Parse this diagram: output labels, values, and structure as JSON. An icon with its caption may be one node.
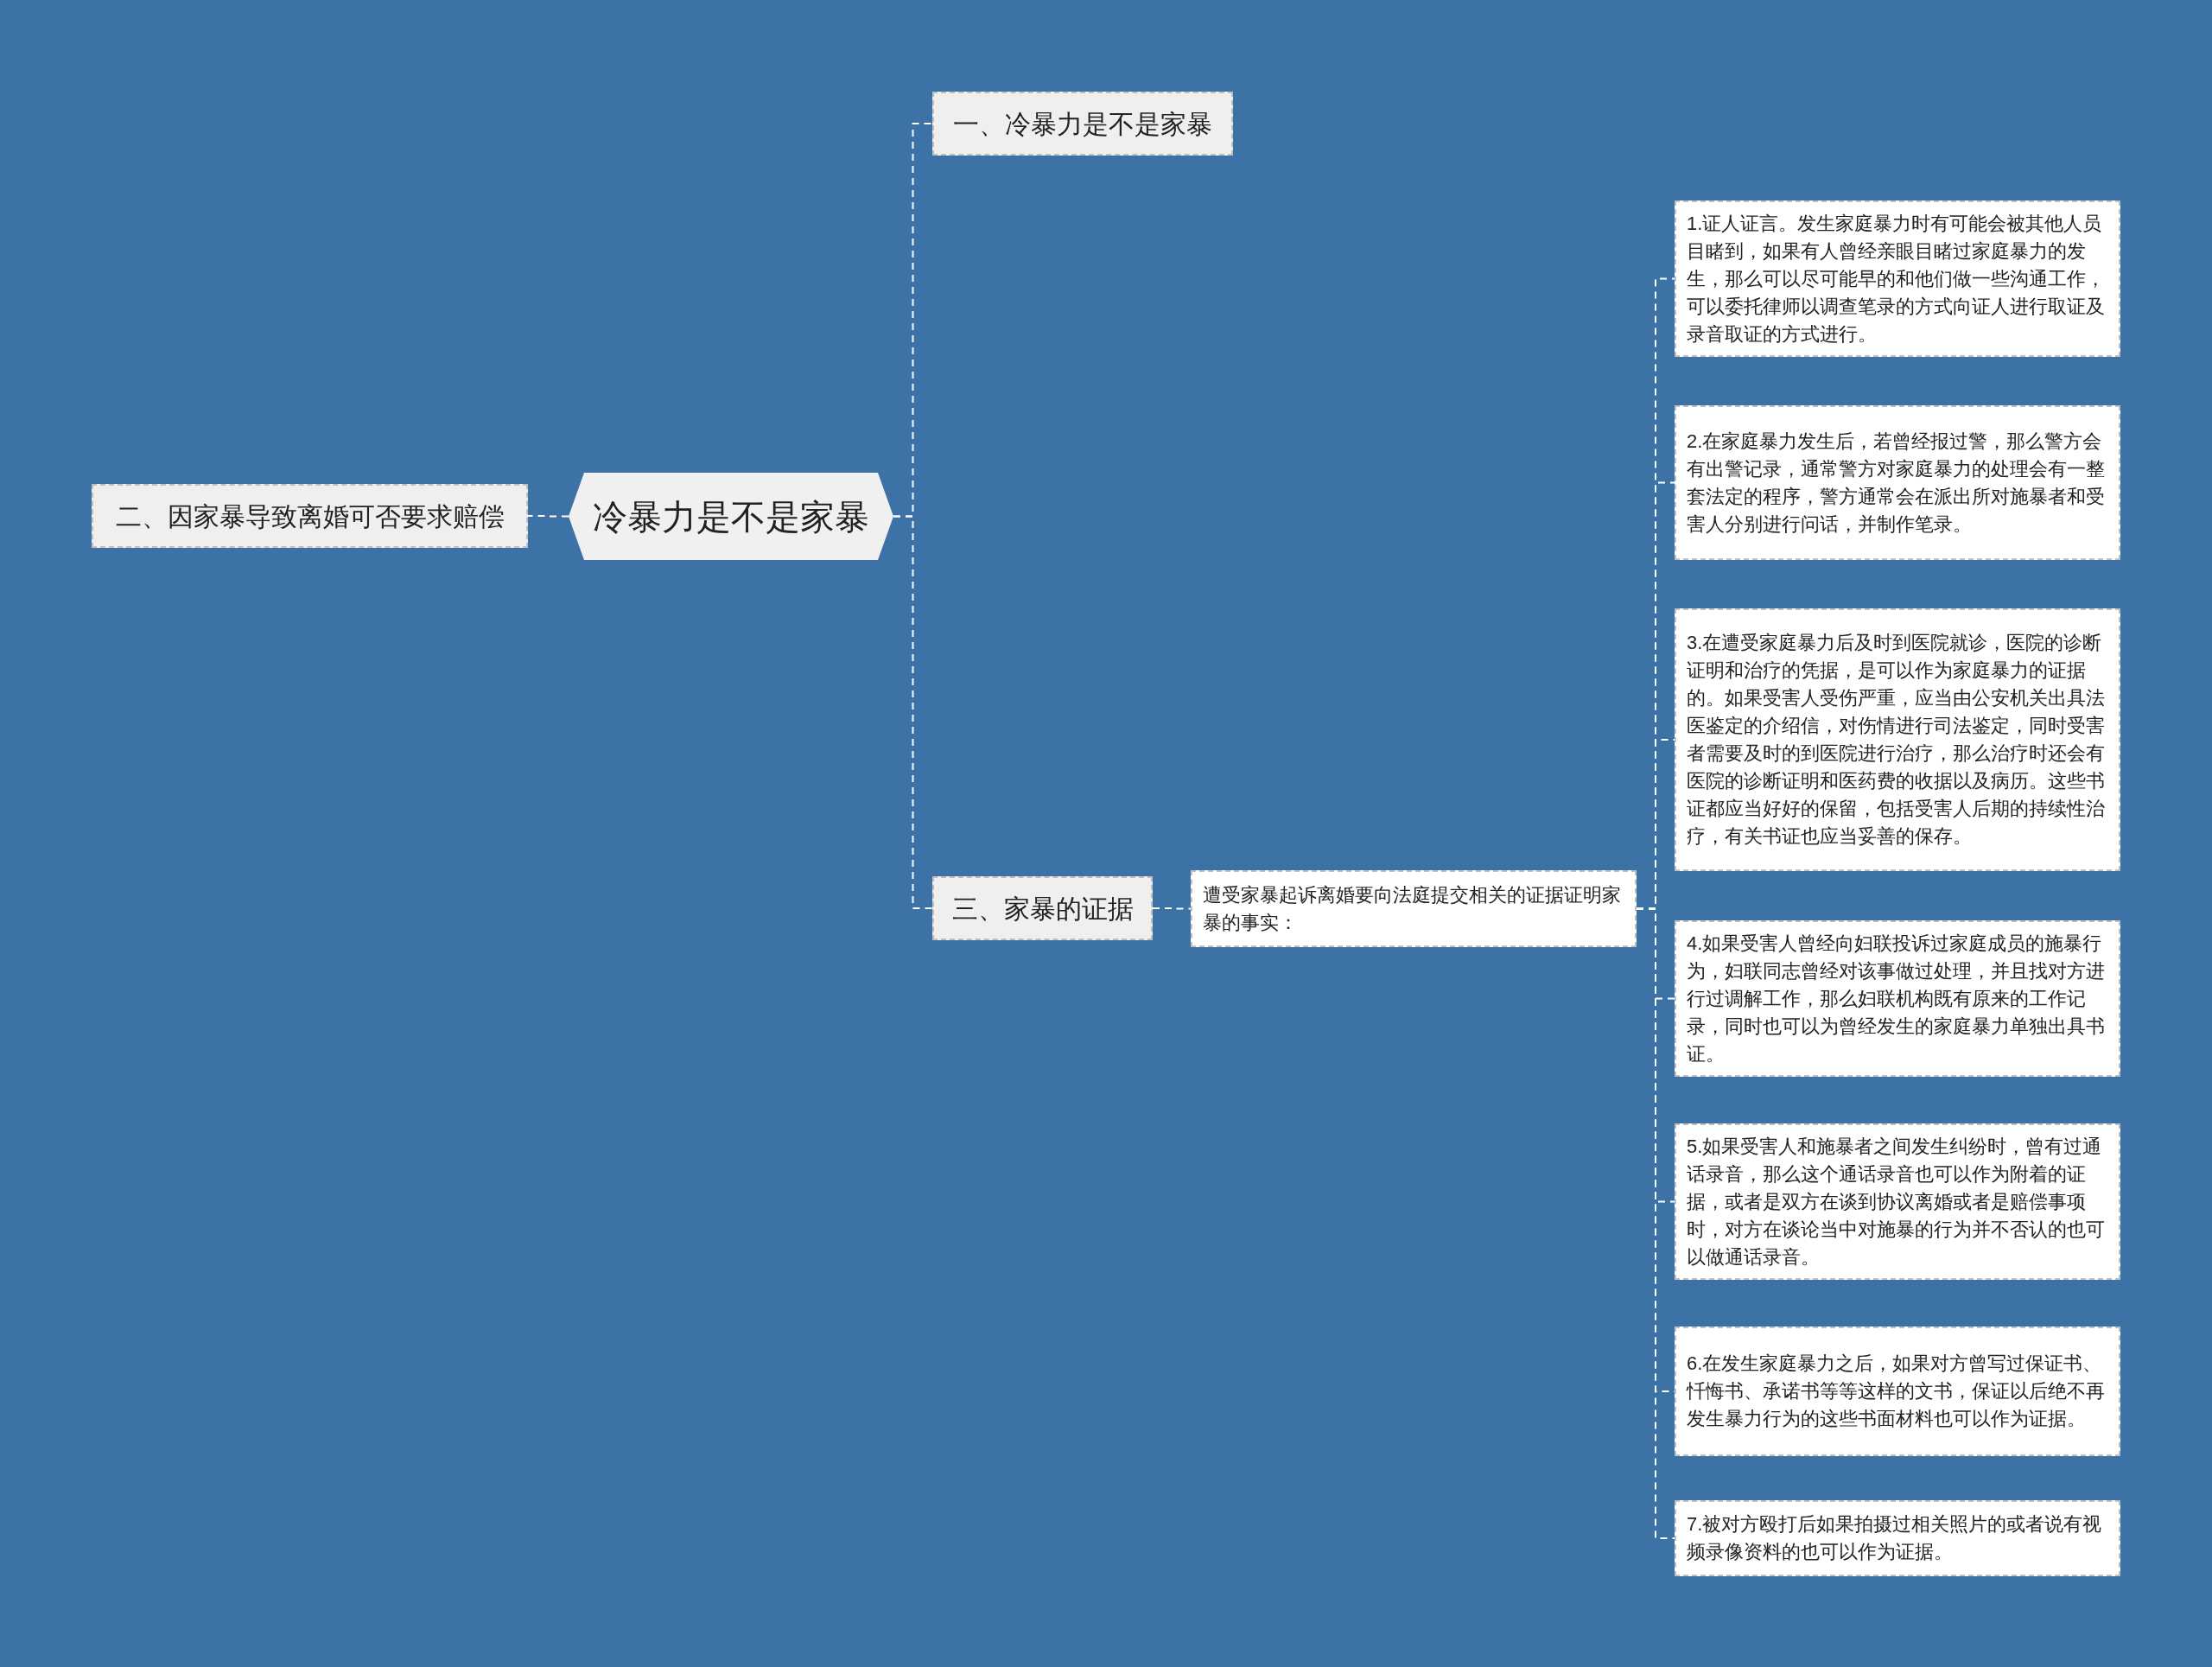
{
  "diagram": {
    "nodes": [
      {
        "text": [
          "冷暴力是不是家暴"
        ]
      },
      {
        "text": [
          "二、因家暴导致离婚可否要求赔偿"
        ]
      },
      {
        "text": [
          "一、冷暴力是不是家暴"
        ]
      },
      {
        "text": [
          "三、家暴的证据"
        ]
      },
      {
        "text": [
          "遭受家暴起诉离婚要向法庭提交相关的证据证明家暴的事实："
        ]
      },
      {
        "text": [
          "1.证人证言。发生家庭暴力时有可能会被其他人员目睹到，如果有人曾经亲眼目睹过家庭暴力的发生，那么可以尽可能早的和他们做一些沟通工作，可以委托律师以调查笔录的方式向证人进行取证及录音取证的方式进行。"
        ]
      },
      {
        "text": [
          "2.在家庭暴力发生后，若曾经报过警，那么警方会有出警记录，通常警方对家庭暴力的处理会有一整套法定的程序，警方通常会在派出所对施暴者和受害人分别进行问话，并制作笔录。"
        ]
      },
      {
        "text": [
          "3.在遭受家庭暴力后及时到医院就诊，医院的诊断证明和治疗的凭据，是可以作为家庭暴力的证据的。如果受害人受伤严重，应当由公安机关出具法医鉴定的介绍信，对伤情进行司法鉴定，同时受害者需要及时的到医院进行治疗，那么治疗时还会有医院的诊断证明和医药费的收据以及病历。这些书证都应当好好的保留，包括受害人后期的持续性治疗，有关书证也应当妥善的保存。"
        ]
      },
      {
        "text": [
          "4.如果受害人曾经向妇联投诉过家庭成员的施暴行为，妇联同志曾经对该事做过处理，并且找对方进行过调解工作，那么妇联机构既有原来的工作记录，同时也可以为曾经发生的家庭暴力单独出具书证。"
        ]
      },
      {
        "text": [
          "5.如果受害人和施暴者之间发生纠纷时，曾有过通话录音，那么这个通话录音也可以作为附着的证据，或者是双方在谈到协议离婚或者是赔偿事项时，对方在谈论当中对施暴的行为并不否认的也可以做通话录音。"
        ]
      },
      {
        "text": [
          "6.在发生家庭暴力之后，如果对方曾写过保证书、忏悔书、承诺书等等这样的文书，保证以后绝不再发生暴力行为的这些书面材料也可以作为证据。"
        ]
      },
      {
        "text": [
          "7.被对方殴打后如果拍摄过相关照片的或者说有视频录像资料的也可以作为证据。"
        ]
      }
    ],
    "edges": [
      {
        "from": 0,
        "to": 1,
        "arrow": "none"
      },
      {
        "from": 0,
        "to": 2,
        "arrow": "none"
      },
      {
        "from": 0,
        "to": 3,
        "arrow": "none"
      },
      {
        "from": 3,
        "to": 4,
        "arrow": "none"
      },
      {
        "from": 4,
        "to": 5,
        "arrow": "none"
      },
      {
        "from": 4,
        "to": 6,
        "arrow": "none"
      },
      {
        "from": 4,
        "to": 7,
        "arrow": "none"
      },
      {
        "from": 4,
        "to": 8,
        "arrow": "none"
      },
      {
        "from": 4,
        "to": 9,
        "arrow": "none"
      },
      {
        "from": 4,
        "to": 10,
        "arrow": "none"
      },
      {
        "from": 4,
        "to": 11,
        "arrow": "none"
      }
    ]
  }
}
